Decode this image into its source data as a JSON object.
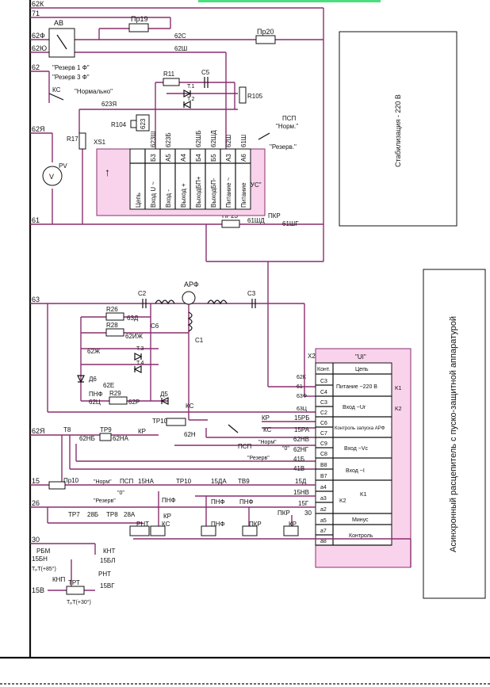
{
  "top": {
    "wire_62k": "62К",
    "wire_71": "71",
    "wire_62f": "62Ф",
    "wire_62yu": "62Ю",
    "wire_62": "62",
    "wire_62ya": "62Я",
    "wire_61": "61"
  },
  "breaker": {
    "av": "АВ",
    "reserve1": "\"Резерв 1 Ф\"",
    "reserve3": "\"Резерв 3 Ф\""
  },
  "fuses": {
    "pr19": "Пр19",
    "pr20": "Пр20",
    "pr23": "ПР23",
    "pr10": "Пр10"
  },
  "upper": {
    "w62s": "62С",
    "w62sh": "62Ш",
    "ks": "КС",
    "normal": "\"Нормально\"",
    "w623ya": "623Я",
    "r11": "R11",
    "c5": "C5",
    "t1": "Т.1",
    "t2": "Т.2",
    "r105": "R105",
    "r104": "R104",
    "w623": "623",
    "r17": "R17",
    "xs1": "XS1",
    "pv": "PV",
    "pv_symbol": "V",
    "psp": "ПСП",
    "norm": "\"Норм.\"",
    "reserve": "\"Резерв.\"",
    "bus": "\"БУС\"",
    "w61shd": "61ШД",
    "pkr": "ПКР",
    "w61shg": "61ШГ",
    "col_wires": [
      "623Ш",
      "623Б",
      "62ШБ",
      "62ШД",
      "62Ш",
      "61Ш"
    ],
    "bus_rows": [
      [
        "Цепь",
        ""
      ],
      [
        "Вход U ~",
        "Б3"
      ],
      [
        "Вход -",
        "А5"
      ],
      [
        "Выход +",
        "А4"
      ],
      [
        "ВыходБП+",
        "Б4"
      ],
      [
        "ВыходБП-",
        "Б5"
      ],
      [
        "Питание ~",
        "А3"
      ],
      [
        "Питание",
        "А6"
      ]
    ]
  },
  "side_labels": {
    "stabilization": "Стабилизация - 220 В",
    "breaker_box": "Асинхронный расцепитель с пуско-защитной аппаратурой"
  },
  "arf": {
    "w63": "63",
    "c2": "C2",
    "arf": "АРФ",
    "c3": "C3",
    "r26": "R26",
    "w63d": "63Д",
    "r28": "R28",
    "w62izh": "62ИЖ",
    "c6": "C6",
    "c1": "C1",
    "w62zh": "62Ж",
    "t3": "Т.3",
    "t4": "Т.4",
    "d6": "Д6",
    "w62e": "62Е",
    "pnf": "ПНФ",
    "w62ts": "62Ц",
    "r29": "R29",
    "w62r": "62Р",
    "d5": "Д5",
    "ks": "КС",
    "tr10": "ТР10",
    "w62n": "62Н"
  },
  "middle": {
    "w62ya": "62Я",
    "t8": "Т8",
    "w62nb": "62НБ",
    "tr9": "ТР9",
    "w62na": "62НА",
    "kr": "КР",
    "kr2": "КР",
    "ks2": "КС",
    "w15rb": "15РБ",
    "w15ra": "15РА",
    "norm": "\"Норм\"",
    "zero": "\"0\"",
    "reserve": "\"Резерв\"",
    "w62nv": "62НВ",
    "w62ng": "62НГ",
    "psp": "ПСП",
    "w41b": "41Б",
    "w41v": "41В",
    "x2": "X2"
  },
  "ui_table": {
    "title": "\"UI\"",
    "head": [
      "Конт.",
      "Цепь"
    ],
    "rows": [
      {
        "wire": "62К",
        "c1": "C3",
        "c2": "C4",
        "name": "Питание ~220 В",
        "k": "K1"
      },
      {
        "wire": "61",
        "c1": "",
        "c2": "",
        "name": "",
        "k": ""
      },
      {
        "wire": "63Ф",
        "c1": "C3",
        "c2": "C2",
        "name": "Вход ~Ur",
        "k": "K2"
      },
      {
        "wire": "63Ц",
        "c1": "",
        "c2": "",
        "name": "",
        "k": ""
      },
      {
        "wire": "15РБ",
        "c1": "C6",
        "c2": "C7",
        "name": "Контроль запуска АРФ",
        "k": ""
      },
      {
        "wire": "15РА",
        "c1": "",
        "c2": "",
        "name": "",
        "k": ""
      },
      {
        "wire": "62НВ",
        "c1": "C9",
        "c2": "C8",
        "name": "Вход ~Vc",
        "k": ""
      },
      {
        "wire": "62НГ",
        "c1": "",
        "c2": "",
        "name": "",
        "k": ""
      },
      {
        "wire": "41Б",
        "c1": "B8",
        "c2": "B7",
        "name": "Вход ~I",
        "k": ""
      },
      {
        "wire": "41В",
        "c1": "",
        "c2": "",
        "name": "",
        "k": ""
      }
    ],
    "a_rows": [
      "a4",
      "a3",
      "a2",
      "a5",
      "a7",
      "a8"
    ],
    "minus": "Минус",
    "control": "Контроль",
    "k1": "K1",
    "k2": "K2"
  },
  "lower": {
    "w15": "15",
    "pr10": "Пр10",
    "norm": "\"Норм\"",
    "zero": "\"0\"",
    "reserve": "\"Резерв\"",
    "psp": "ПСП",
    "w15na": "15НА",
    "tr10": "ТР10",
    "w15da": "15ДА",
    "tv9": "ТВ9",
    "w15d": "15Д",
    "w15nv": "15НВ",
    "w15g": "15Г",
    "w30": "30",
    "w26": "26",
    "tr7": "ТР7",
    "w28b": "28Б",
    "tr8": "ТР8",
    "w28a": "28А",
    "pnf": "ПНФ",
    "kr": "КР",
    "rnt": "РНТ",
    "ks": "КС",
    "pnf2": "ПНФ",
    "pnf3": "ПНФ",
    "pkr": "ПКР",
    "kr2": "КР",
    "pkr2": "ПКР",
    "rbm": "РБМ",
    "knt": "КНТ",
    "w15bn": "15БН",
    "w15bl": "15БЛ",
    "t85": "TₚT(+85°)",
    "knp": "КНП",
    "rnt2": "РНТ",
    "w15vg": "15ВГ",
    "w15v": "15В",
    "trt": "ТРТ",
    "t30": "TₚT(+30°)"
  }
}
